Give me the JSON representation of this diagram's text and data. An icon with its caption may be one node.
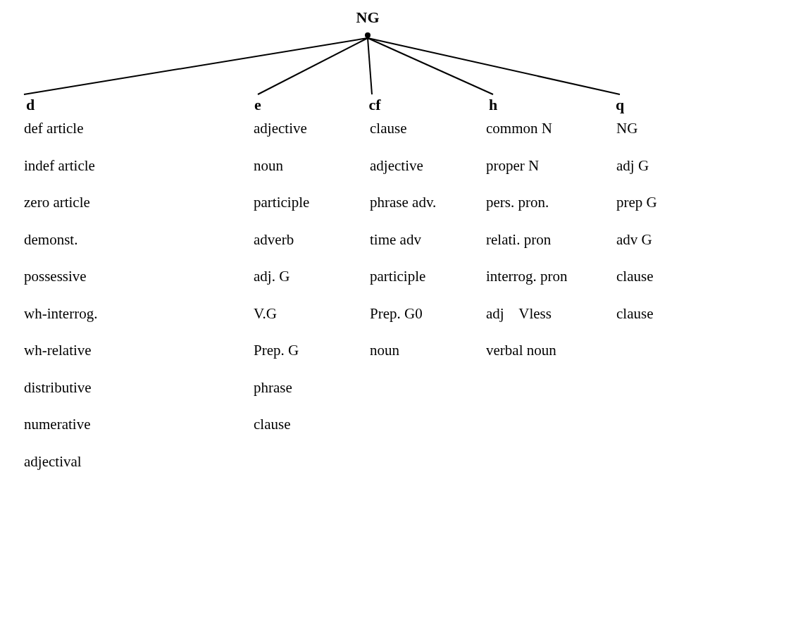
{
  "diagram": {
    "nodes": [
      {
        "text": [
          "NG"
        ]
      },
      {
        "text": [
          "d"
        ],
        "beside": [
          "def article",
          "indef article",
          "zero article",
          "demonst.",
          "possessive",
          "wh-interrog.",
          "wh-relative",
          "distributive",
          "numerative",
          "adjectival"
        ]
      },
      {
        "text": [
          "e"
        ],
        "beside": [
          "adjective",
          "noun",
          "participle",
          "adverb",
          "adj. G",
          "V.G",
          "Prep. G",
          "phrase",
          "clause"
        ]
      },
      {
        "text": [
          "cf"
        ],
        "beside": [
          "clause",
          "adjective",
          "phrase adv.",
          "time adv",
          "participle",
          "Prep. G0",
          "noun"
        ]
      },
      {
        "text": [
          "h"
        ],
        "beside": [
          "common N",
          "proper N",
          "pers. pron.",
          "relati. pron",
          "interrog. pron",
          "adj    Vless",
          "verbal noun"
        ]
      },
      {
        "text": [
          "q"
        ],
        "beside": [
          "NG",
          "adj G",
          "prep G",
          "adv G",
          "clause",
          "clause"
        ]
      }
    ],
    "edges": [
      {
        "from": 0,
        "to": 1,
        "arrow": "none"
      },
      {
        "from": 0,
        "to": 2,
        "arrow": "none"
      },
      {
        "from": 0,
        "to": 3,
        "arrow": "none"
      },
      {
        "from": 0,
        "to": 4,
        "arrow": "none"
      },
      {
        "from": 0,
        "to": 5,
        "arrow": "none"
      }
    ]
  }
}
